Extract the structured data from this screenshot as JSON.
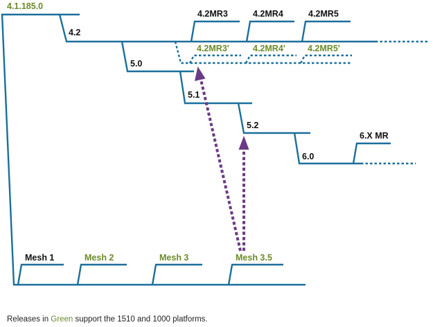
{
  "labels": {
    "root": "4.1.185.0",
    "v4_2": "4.2",
    "v4_2mr3": "4.2MR3",
    "v4_2mr4": "4.2MR4",
    "v4_2mr5": "4.2MR5",
    "v4_2mr3p": "4.2MR3'",
    "v4_2mr4p": "4.2MR4'",
    "v4_2mr5p": "4.2MR5'",
    "v5_0": "5.0",
    "v5_1": "5.1",
    "v5_2": "5.2",
    "v6_0": "6.0",
    "v6xmr": "6.X MR",
    "mesh1": "Mesh 1",
    "mesh2": "Mesh 2",
    "mesh3": "Mesh 3",
    "mesh35": "Mesh 3.5"
  },
  "legend": {
    "prefix": "Releases in ",
    "highlight": "Green",
    "suffix": " support the 1510 and 1000 platforms."
  },
  "colors": {
    "branch": "#1a6f9c",
    "arrow": "#6b3a86",
    "green_label": "#6b8a2a",
    "black_label": "#111111"
  }
}
